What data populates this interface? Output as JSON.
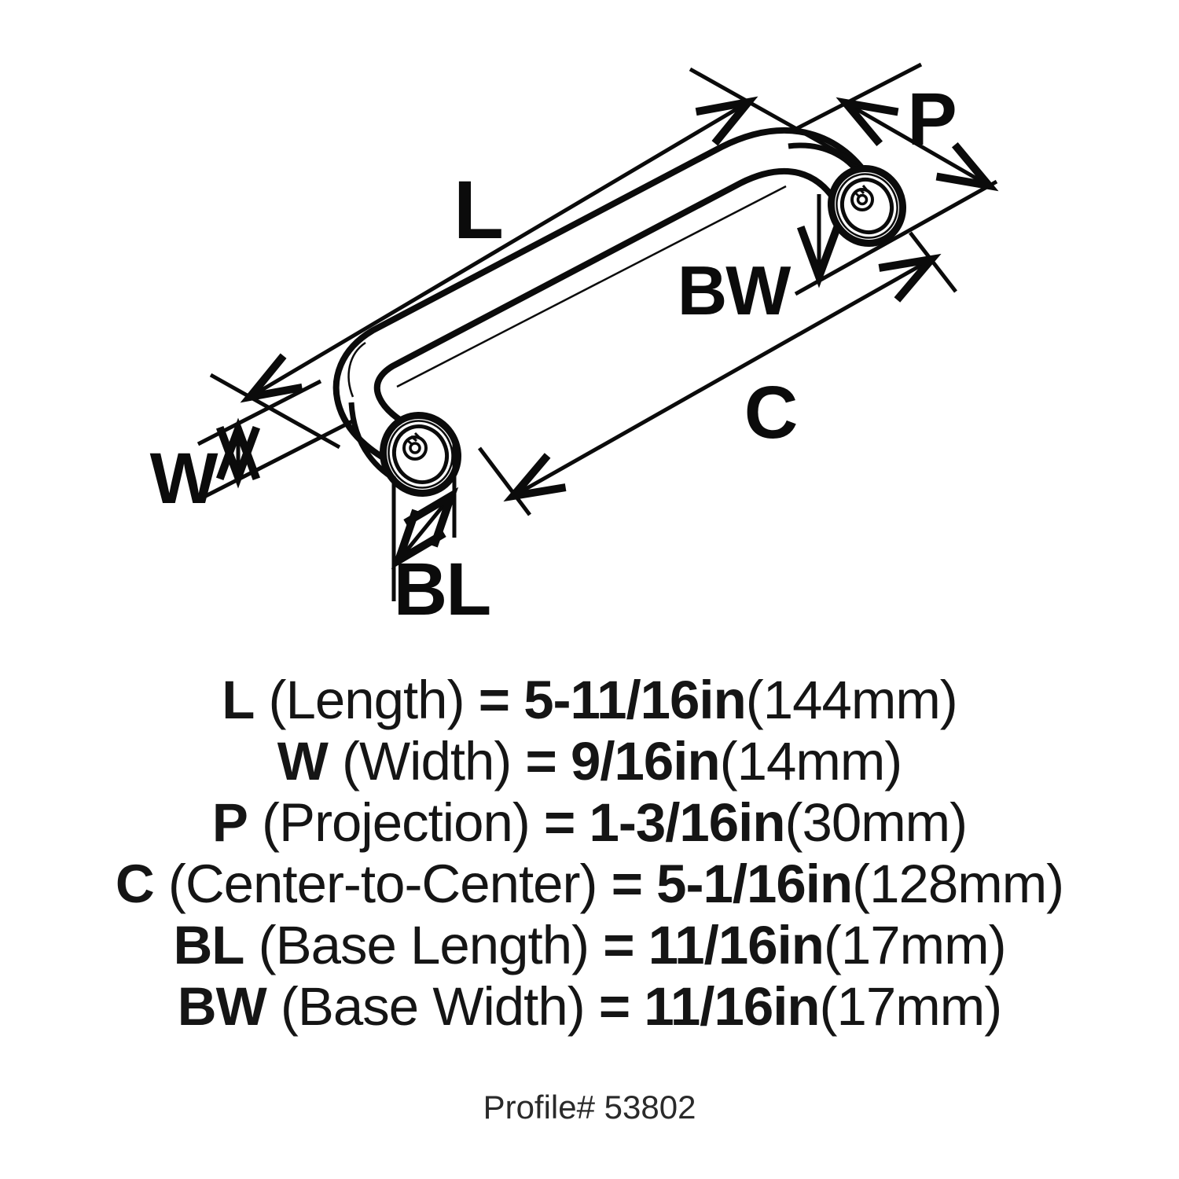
{
  "diagram": {
    "stroke_color": "#0b0b0b",
    "labels": {
      "L": "L",
      "W": "W",
      "P": "P",
      "C": "C",
      "BL": "BL",
      "BW": "BW"
    }
  },
  "specs": [
    {
      "key": "L",
      "name": "Length",
      "value": "5-11/16in",
      "metric": "(144mm)"
    },
    {
      "key": "W",
      "name": "Width",
      "value": "9/16in",
      "metric": "(14mm)"
    },
    {
      "key": "P",
      "name": "Projection",
      "value": "1-3/16in",
      "metric": "(30mm)"
    },
    {
      "key": "C",
      "name": "Center-to-Center",
      "value": "5-1/16in",
      "metric": "(128mm)"
    },
    {
      "key": "BL",
      "name": "Base Length",
      "value": "11/16in",
      "metric": "(17mm)"
    },
    {
      "key": "BW",
      "name": "Base Width",
      "value": "11/16in",
      "metric": "(17mm)"
    }
  ],
  "footer": {
    "profile_label": "Profile# 53802"
  }
}
